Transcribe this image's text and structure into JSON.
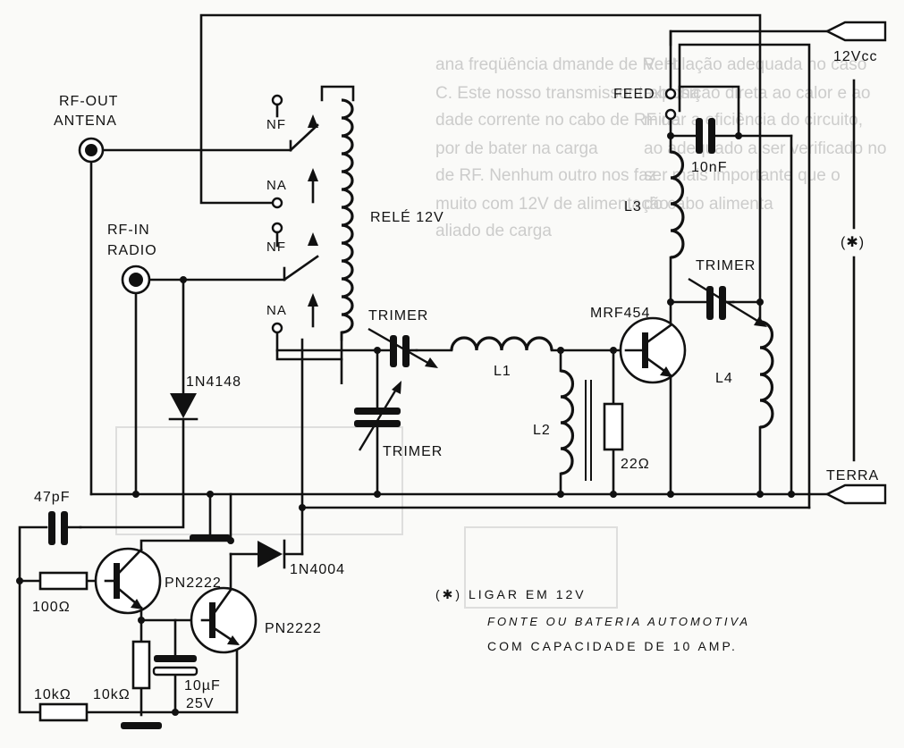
{
  "labels": {
    "rf_out": "RF-OUT",
    "antena": "ANTENA",
    "rf_in": "RF-IN",
    "radio": "RADIO",
    "nf1": "NF",
    "na1": "NA",
    "nf2": "NF",
    "na2": "NA",
    "rele": "RELÉ 12V",
    "trimer_top": "TRIMER",
    "trimer_bottom": "TRIMER",
    "trimer_right": "TRIMER",
    "l1": "L1",
    "l2": "L2",
    "l3": "L3",
    "l4": "L4",
    "r22": "22Ω",
    "mrf454": "MRF454",
    "feed": "FEED",
    "c10n": "10nF",
    "vcc": "12Vcc",
    "star": "(✱)",
    "terra": "TERRA",
    "d1n4148": "1N4148",
    "d1n4004": "1N4004",
    "c47p": "47pF",
    "r100": "100Ω",
    "q1": "PN2222",
    "q2": "PN2222",
    "r10k_a": "10kΩ",
    "r10k_b": "10kΩ",
    "c10u_a": "10µF",
    "c10u_b": "25V"
  },
  "note": {
    "line1": "(✱)  LIGAR  EM  12V",
    "line2": "FONTE  OU  BATERIA  AUTOMOTIVA",
    "line3": "COM  CAPACIDADE  DE  10 AMP."
  },
  "bleed_text": {
    "l1": "ana freqüência dmande de R. H.",
    "l2": "C. Este nosso transmissor trabalha",
    "l3": "dade corrente no cabo de RF de",
    "l4": "por de bater na carga",
    "l5": "de RF. Nenhum outro nos faz",
    "l6": "muito com 12V de alimentação",
    "l7": "aliado de carga",
    "r1": "Ventilação adequada no caso",
    "r2": "exposição direta ao calor e ao",
    "r3": "minar a eficiência do circuito,",
    "r4": "ao adequado a ser verificado no",
    "r5": "ser mais importante que o",
    "r6": "do cabo alimenta"
  }
}
